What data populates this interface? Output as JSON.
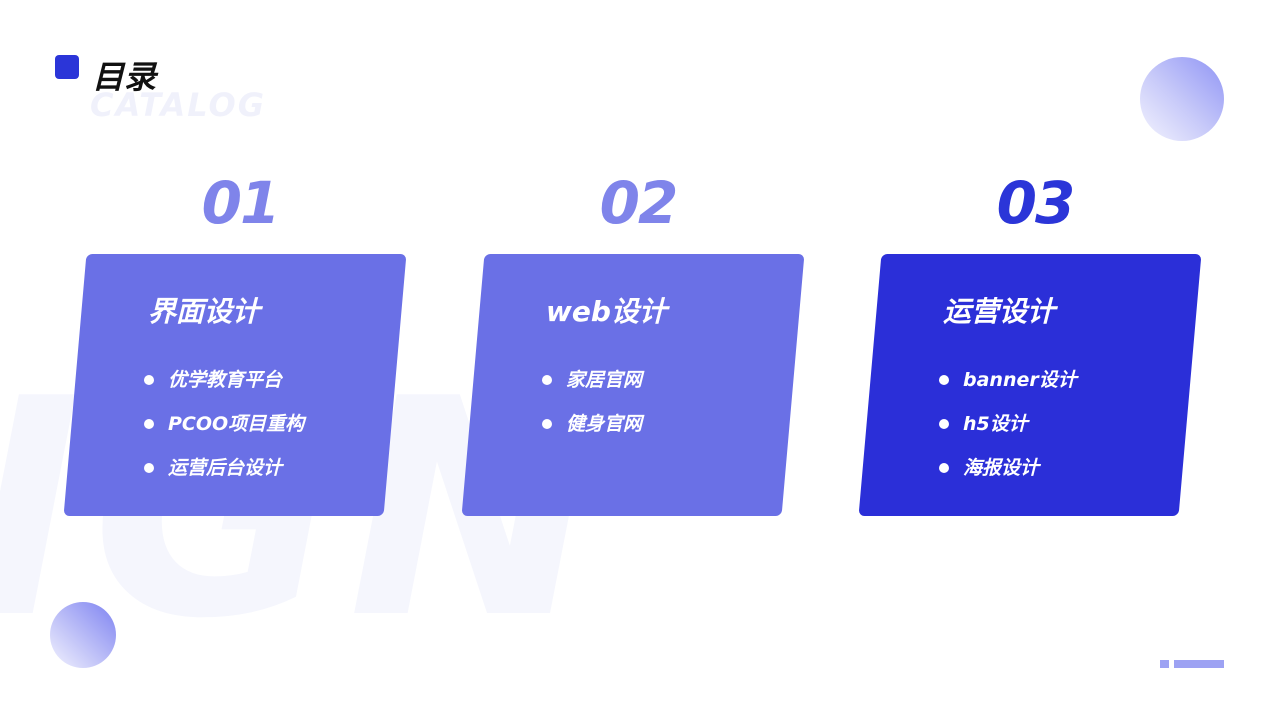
{
  "header": {
    "title": "目录",
    "subtitle": "CATALOG"
  },
  "background": {
    "watermark": "IGN"
  },
  "sections": [
    {
      "number": "01",
      "title": "界面设计",
      "items": [
        "优学教育平台",
        "PCOO项目重构",
        "运营后台设计"
      ]
    },
    {
      "number": "02",
      "title": "web设计",
      "items": [
        "家居官网",
        "健身官网"
      ]
    },
    {
      "number": "03",
      "title": "运营设计",
      "items": [
        "banner设计",
        "h5设计",
        "海报设计"
      ]
    }
  ],
  "colors": {
    "accent_dark": "#2b2fd8",
    "accent_light": "#6a70e6",
    "number_light": "#7f84ea",
    "decoration": "#9da2f3"
  }
}
